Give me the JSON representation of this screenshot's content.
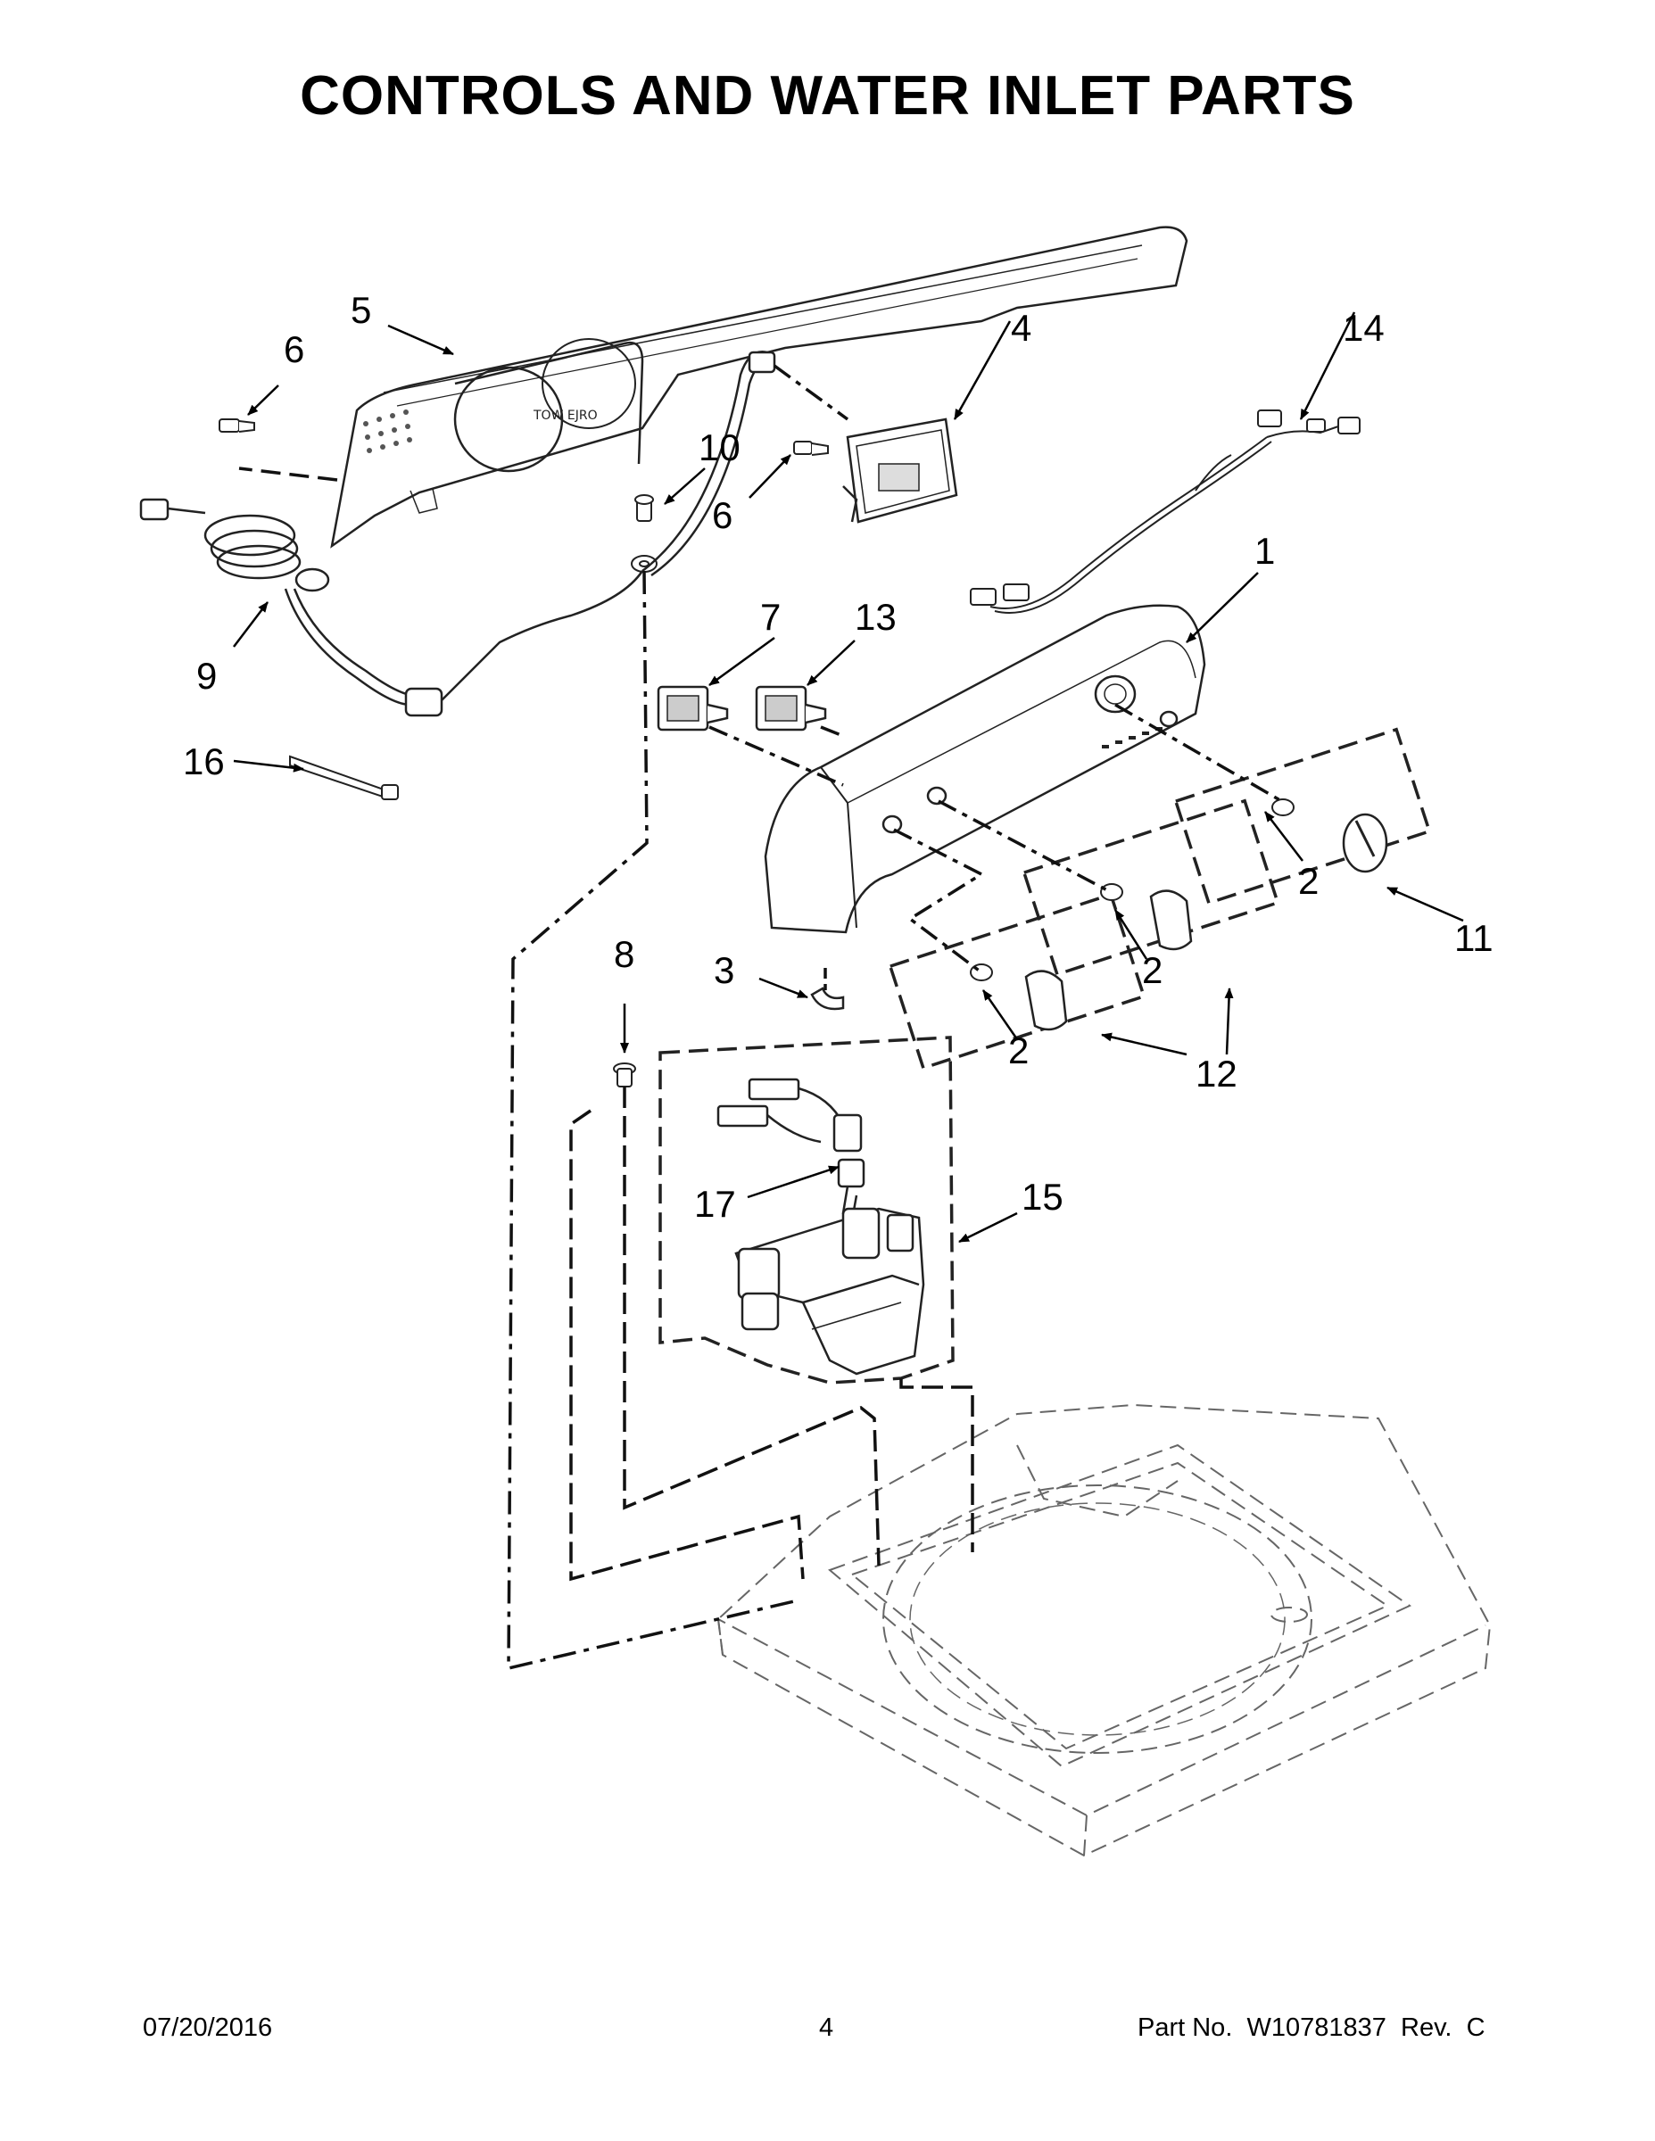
{
  "title": "CONTROLS AND WATER INLET PARTS",
  "callouts": [
    {
      "id": "c1",
      "label": "1"
    },
    {
      "id": "c2a",
      "label": "2"
    },
    {
      "id": "c2b",
      "label": "2"
    },
    {
      "id": "c2c",
      "label": "2"
    },
    {
      "id": "c3",
      "label": "3"
    },
    {
      "id": "c4",
      "label": "4"
    },
    {
      "id": "c5",
      "label": "5"
    },
    {
      "id": "c6a",
      "label": "6"
    },
    {
      "id": "c6b",
      "label": "6"
    },
    {
      "id": "c7",
      "label": "7"
    },
    {
      "id": "c8",
      "label": "8"
    },
    {
      "id": "c9",
      "label": "9"
    },
    {
      "id": "c10",
      "label": "10"
    },
    {
      "id": "c11",
      "label": "11"
    },
    {
      "id": "c12",
      "label": "12"
    },
    {
      "id": "c13",
      "label": "13"
    },
    {
      "id": "c14",
      "label": "14"
    },
    {
      "id": "c15",
      "label": "15"
    },
    {
      "id": "c16",
      "label": "16"
    },
    {
      "id": "c17",
      "label": "17"
    }
  ],
  "footer": {
    "date": "07/20/2016",
    "page": "4",
    "part": "Part No.  W10781837  Rev.  C"
  }
}
